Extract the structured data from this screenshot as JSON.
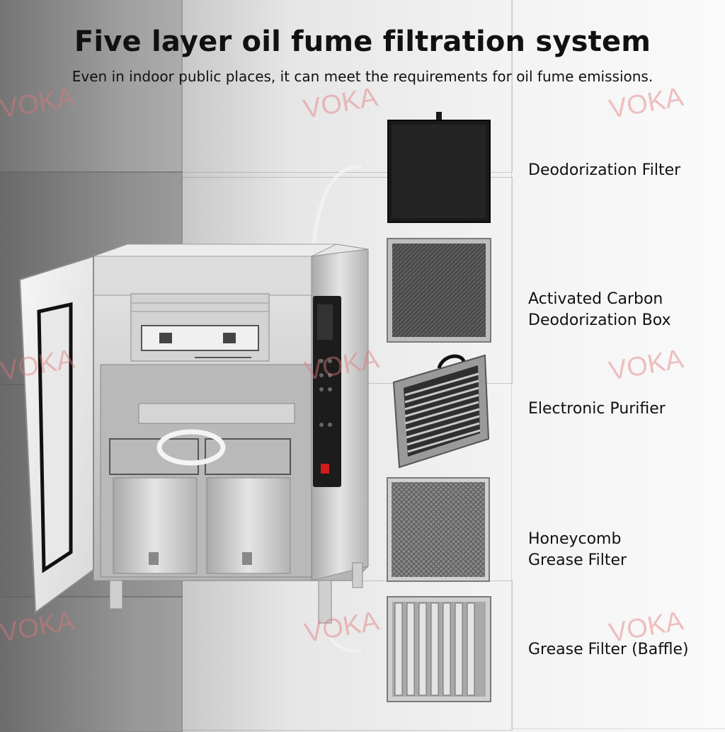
{
  "page": {
    "title": "Five layer oil fume filtration system",
    "subtitle": "Even in indoor public places, it can meet the requirements for oil fume emissions.",
    "watermark": "VOKA"
  },
  "filters": [
    {
      "label": "Deodorization Filter",
      "icon": "dark-panel-filter"
    },
    {
      "label": "Activated Carbon\nDeodorization Box",
      "icon": "mesh-panel-filter"
    },
    {
      "label": "Electronic Purifier",
      "icon": "finned-purifier"
    },
    {
      "label": "Honeycomb\nGrease Filter",
      "icon": "honeycomb-mesh-filter"
    },
    {
      "label": "Grease Filter (Baffle)",
      "icon": "baffle-filter"
    }
  ],
  "colors": {
    "steel": "#c9c9c9",
    "dark_panel": "#1a1a1a",
    "watermark": "#e27878",
    "power_switch": "#d21a1a"
  }
}
